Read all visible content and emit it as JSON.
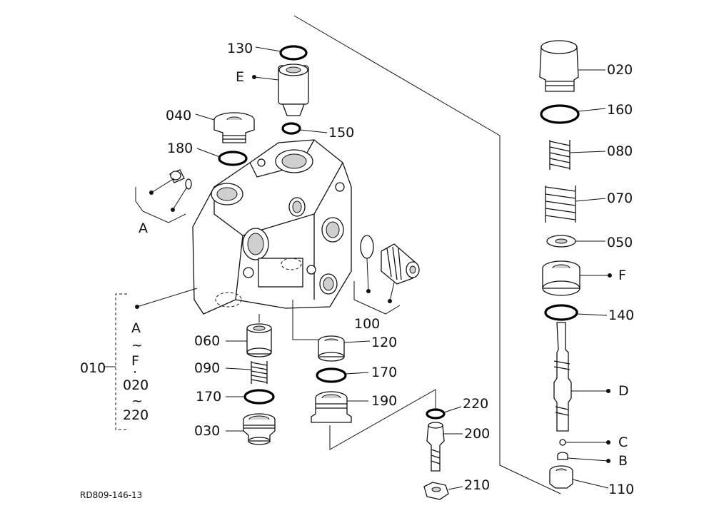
{
  "labels": {
    "p130": "130",
    "pE": "E",
    "p040": "040",
    "p150": "150",
    "p180": "180",
    "pA": "A",
    "p100": "100",
    "p010": "010",
    "bracket_a": "A",
    "bracket_tilde1": "~",
    "bracket_f": "F",
    "bracket_dot": "·",
    "bracket_020": "020",
    "bracket_tilde2": "~",
    "bracket_220": "220",
    "p060": "060",
    "p090": "090",
    "p170a": "170",
    "p030": "030",
    "p120": "120",
    "p170b": "170",
    "p190": "190",
    "p220": "220",
    "p200": "200",
    "p210": "210",
    "p020": "020",
    "p160": "160",
    "p080": "080",
    "p070": "070",
    "p050": "050",
    "pF": "F",
    "p140": "140",
    "pD": "D",
    "pC": "C",
    "pB": "B",
    "p110": "110"
  },
  "drawing_code": "RD809-146-13"
}
